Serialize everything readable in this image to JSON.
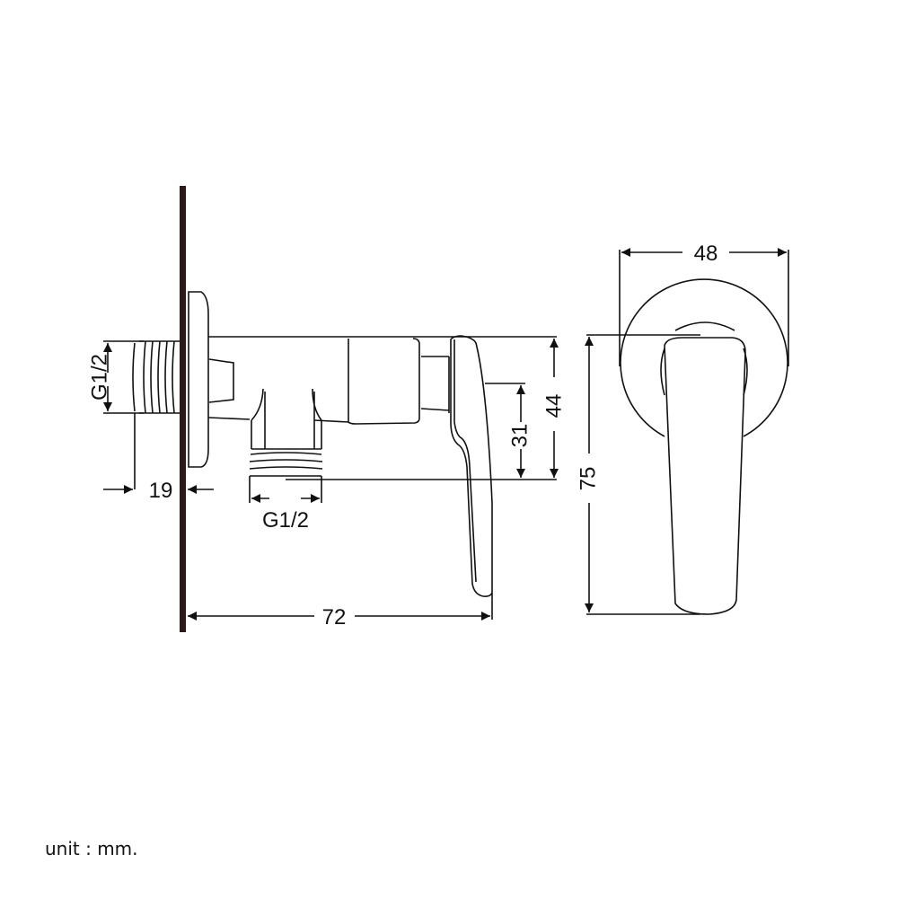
{
  "drawing": {
    "subject": "angle valve with lever handle",
    "views": [
      "side-view",
      "front-view"
    ],
    "line_color": "#111111",
    "wall_color": "#2a1a1a"
  },
  "dimensions": {
    "inlet_thread": "G1/2",
    "outlet_thread": "G1/2",
    "wall_depth": "19",
    "handle_offset": "31",
    "body_height": "44",
    "total_depth": "72",
    "flange_diameter": "48",
    "handle_length": "75"
  },
  "footer": {
    "unit_label": "unit : mm."
  }
}
